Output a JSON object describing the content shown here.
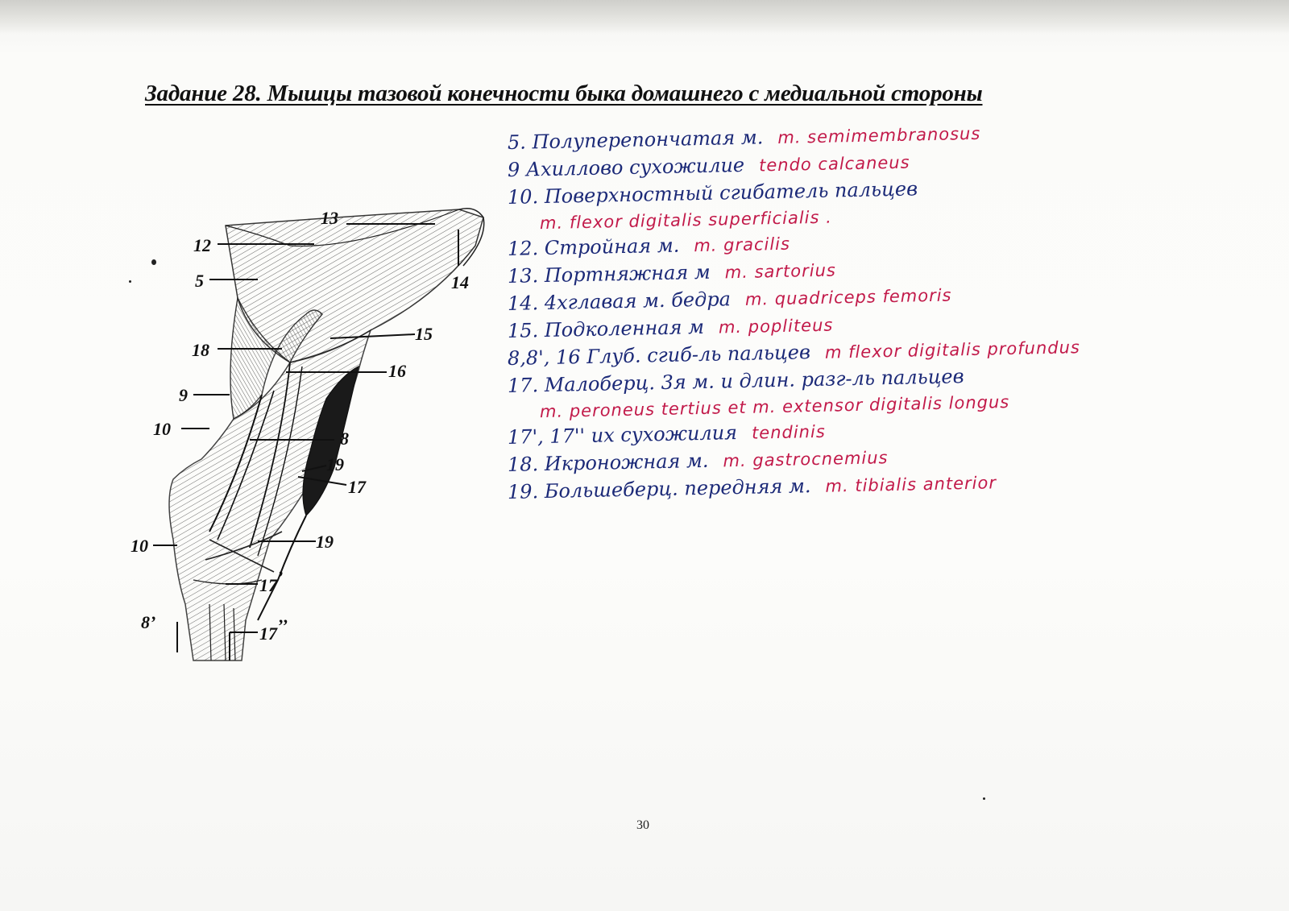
{
  "title": "Задание 28. Мышцы тазовой конечности быка домашнего с медиальной стороны",
  "notes": [
    {
      "text": "5. Полуперепончатая м.",
      "latin": "m. semimembranosus"
    },
    {
      "text": "9  Ахиллово сухожилие",
      "latin": "tendo calcaneus"
    },
    {
      "text": "10. Поверхностный сгибатель пальцев",
      "latin": ""
    },
    {
      "text": "",
      "latin": "m. flexor digitalis superficialis ."
    },
    {
      "text": "12. Стройная м.",
      "latin": "m. gracilis"
    },
    {
      "text": "13. Портняжная м",
      "latin": "m. sartorius"
    },
    {
      "text": "14. 4хглавая м. бедра",
      "latin": "m. quadriceps femoris"
    },
    {
      "text": "15. Подколенная м",
      "latin": "m. popliteus"
    },
    {
      "text": "8,8', 16 Глуб. сгиб-ль пальцев",
      "latin": "m flexor digitalis profundus"
    },
    {
      "text": "17. Малоберц. 3я м. и длин. разг-ль пальцев",
      "latin": ""
    },
    {
      "text": "",
      "latin": "m. peroneus tertius et m. extensor digitalis longus"
    },
    {
      "text": "17', 17'' их сухожилия",
      "latin": "tendinis"
    },
    {
      "text": "18. Икроножная м.",
      "latin": "m. gastrocnemius"
    },
    {
      "text": "19. Большеберц. передняя м.",
      "latin": "m. tibialis anterior"
    }
  ],
  "figure": {
    "labels": {
      "l13": "13",
      "l12": "12",
      "l5": "5",
      "l14": "14",
      "l15": "15",
      "l18": "18",
      "l16": "16",
      "l9": "9",
      "l10a": "10",
      "l8": "8",
      "l19a": "19",
      "l17a": "17",
      "l10b": "10",
      "l19b": "19",
      "l17b": "17",
      "l17b_mark": "’",
      "l8b": "8’",
      "l17c": "17",
      "l17c_mark": "’’"
    }
  },
  "page_number": "30",
  "colors": {
    "ink_blue": "#1c2a78",
    "ink_red": "#c21a4a"
  }
}
